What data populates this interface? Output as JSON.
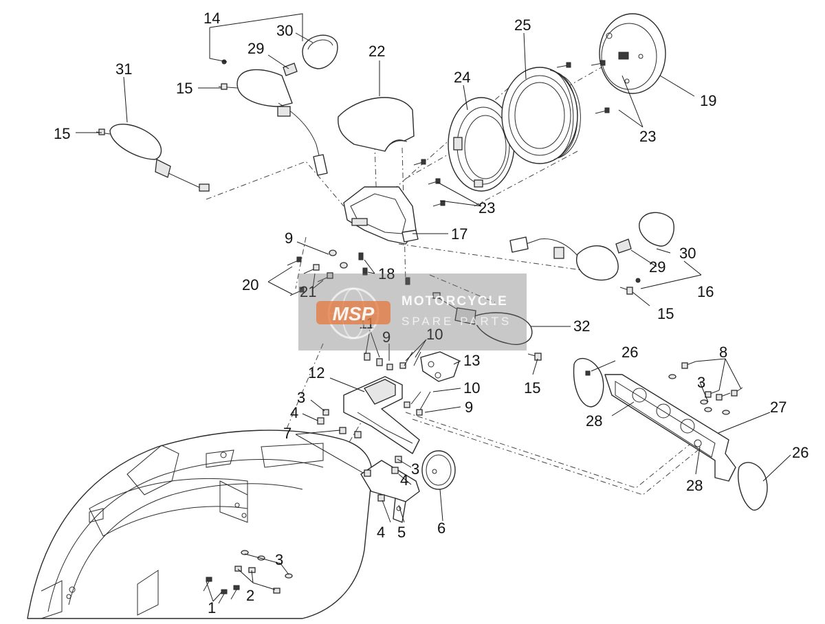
{
  "diagram": {
    "callouts": {
      "c1": "1",
      "c2": "2",
      "c3a": "3",
      "c3b": "3",
      "c3c": "3",
      "c3d": "3",
      "c4a": "4",
      "c4b": "4",
      "c4c": "4",
      "c5": "5",
      "c6": "6",
      "c7": "7",
      "c8": "8",
      "c9a": "9",
      "c9b": "9",
      "c9c": "9",
      "c10a": "10",
      "c10b": "10",
      "c11": "11",
      "c12": "12",
      "c13": "13",
      "c14": "14",
      "c15a": "15",
      "c15b": "15",
      "c15c": "15",
      "c15d": "15",
      "c16": "16",
      "c17": "17",
      "c18": "18",
      "c19": "19",
      "c20": "20",
      "c21": "21",
      "c22": "22",
      "c23a": "23",
      "c23b": "23",
      "c24": "24",
      "c25": "25",
      "c26a": "26",
      "c26b": "26",
      "c27": "27",
      "c28a": "28",
      "c28b": "28",
      "c29a": "29",
      "c29b": "29",
      "c30a": "30",
      "c30b": "30",
      "c31": "31",
      "c32": "32"
    }
  },
  "watermark": {
    "logo_text": "MSP",
    "line1": "MOTORCYCLE",
    "line2": "SPARE PARTS"
  }
}
